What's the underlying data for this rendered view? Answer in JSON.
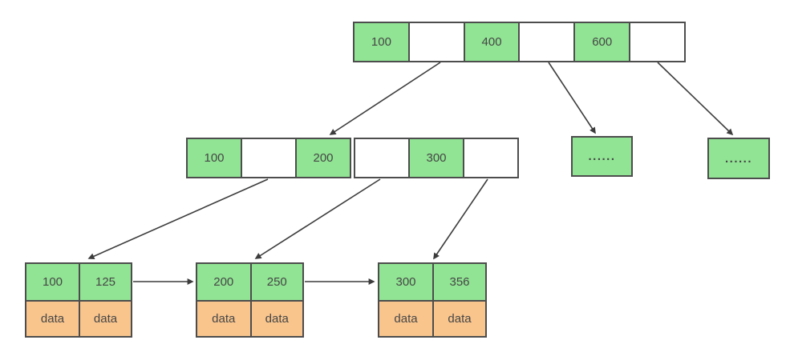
{
  "colors": {
    "key_fill": "#90e493",
    "pointer_fill": "#ffffff",
    "data_fill": "#f9c58d",
    "border": "#4d4d4d",
    "arrow": "#3c3c3c",
    "text": "#464646",
    "data_text": "#5a4736"
  },
  "root_node": {
    "cells": [
      "100",
      "",
      "400",
      "",
      "600",
      ""
    ]
  },
  "internal_node": {
    "cells": [
      "100",
      "",
      "200",
      "",
      "300",
      ""
    ]
  },
  "ellipsis_nodes": [
    {
      "label": "......"
    },
    {
      "label": "......"
    }
  ],
  "leaves": [
    {
      "keys": [
        "100",
        "125"
      ],
      "data": [
        "data",
        "data"
      ]
    },
    {
      "keys": [
        "200",
        "250"
      ],
      "data": [
        "data",
        "data"
      ]
    },
    {
      "keys": [
        "300",
        "356"
      ],
      "data": [
        "data",
        "data"
      ]
    }
  ]
}
